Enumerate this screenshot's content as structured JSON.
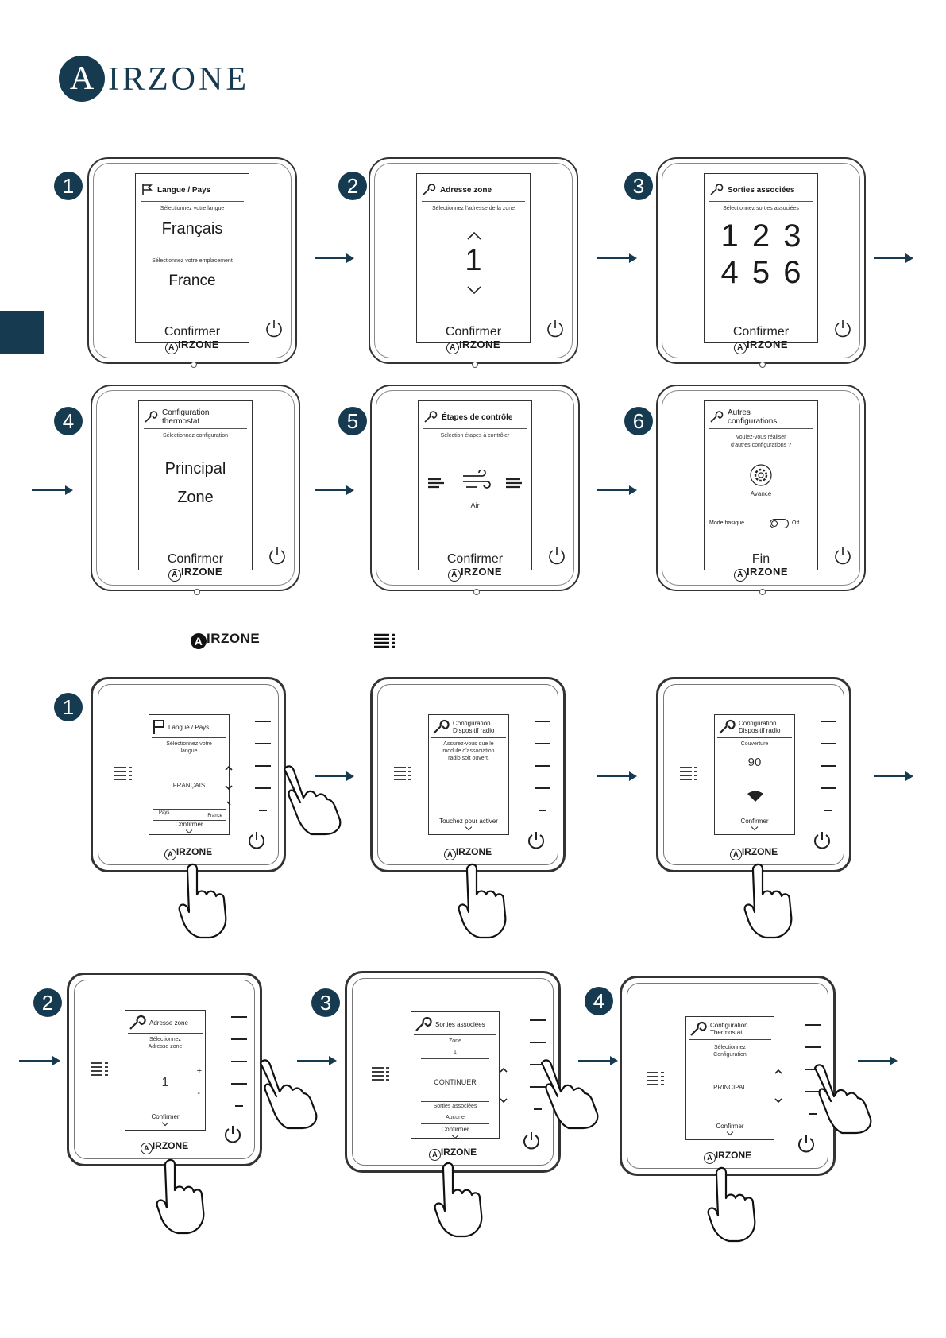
{
  "brand": {
    "logo_mark": "A",
    "logo_word": "IRZONE",
    "device_logo": "IRZONE",
    "device_logo_mark": "A"
  },
  "colors": {
    "accent": "#163a4f"
  },
  "think": {
    "step1": {
      "badge": "1",
      "title": "Langue / Pays",
      "sub1": "Sélectionnez votre langue",
      "value1": "Français",
      "sub2": "Sélectionnez votre emplacement",
      "value2": "France",
      "confirm": "Confirmer"
    },
    "step2": {
      "badge": "2",
      "title": "Adresse zone",
      "sub": "Sélectionnez l'adresse de la zone",
      "value": "1",
      "confirm": "Confirmer"
    },
    "step3": {
      "badge": "3",
      "title": "Sorties associées",
      "sub": "Sélectionnez sorties associées",
      "row1": "1 2 3",
      "row2": "4 5 6",
      "confirm": "Confirmer"
    },
    "step4": {
      "badge": "4",
      "title_line1": "Configuration",
      "title_line2": "thermostat",
      "sub": "Sélectionnez configuration",
      "value1": "Principal",
      "value2": "Zone",
      "confirm": "Confirmer"
    },
    "step5": {
      "badge": "5",
      "title": "Étapes de contrôle",
      "sub": "Sélection étapes à contrôler",
      "mode": "Air",
      "confirm": "Confirmer"
    },
    "step6": {
      "badge": "6",
      "title_line1": "Autres",
      "title_line2": "configurations",
      "sub1": "Voulez-vous réaliser",
      "sub2": "d'autres configurations ?",
      "advanced": "Avancé",
      "basic_label": "Mode basique",
      "toggle": "Off",
      "confirm": "Fin"
    }
  },
  "blueface": {
    "step1": {
      "badge": "1",
      "title": "Langue / Pays",
      "sub1": "Sélectionnez votre",
      "sub2": "langue",
      "value": "FRANÇAIS",
      "country_label": "Pays",
      "country_value": "France",
      "confirm": "Confirmer"
    },
    "radio1": {
      "title_line1": "Configuration",
      "title_line2": "Dispositif radio",
      "text1": "Assurez-vous que le",
      "text2": "module d'association",
      "text3": "radio soit ouvert.",
      "action": "Touchez pour activer"
    },
    "radio2": {
      "title_line1": "Configuration",
      "title_line2": "Dispositif radio",
      "label": "Couverture",
      "value": "90",
      "confirm": "Confirmer"
    },
    "step2": {
      "badge": "2",
      "title": "Adresse zone",
      "sub1": "Sélectionnez",
      "sub2": "Adresse zone",
      "value": "1",
      "plus": "+",
      "minus": "-",
      "confirm": "Confirmer"
    },
    "step3": {
      "badge": "3",
      "title": "Sorties associées",
      "zone_label": "Zone",
      "zone_value": "1",
      "value": "CONTINUER",
      "outputs_label": "Sorties associées",
      "outputs_value": "Aucune",
      "confirm": "Confirmer"
    },
    "step4": {
      "badge": "4",
      "title_line1": "Configuration",
      "title_line2": "Thermostat",
      "sub1": "Sélectionnez",
      "sub2": "Configuration",
      "value": "PRINCIPAL",
      "confirm": "Confirmer"
    }
  }
}
